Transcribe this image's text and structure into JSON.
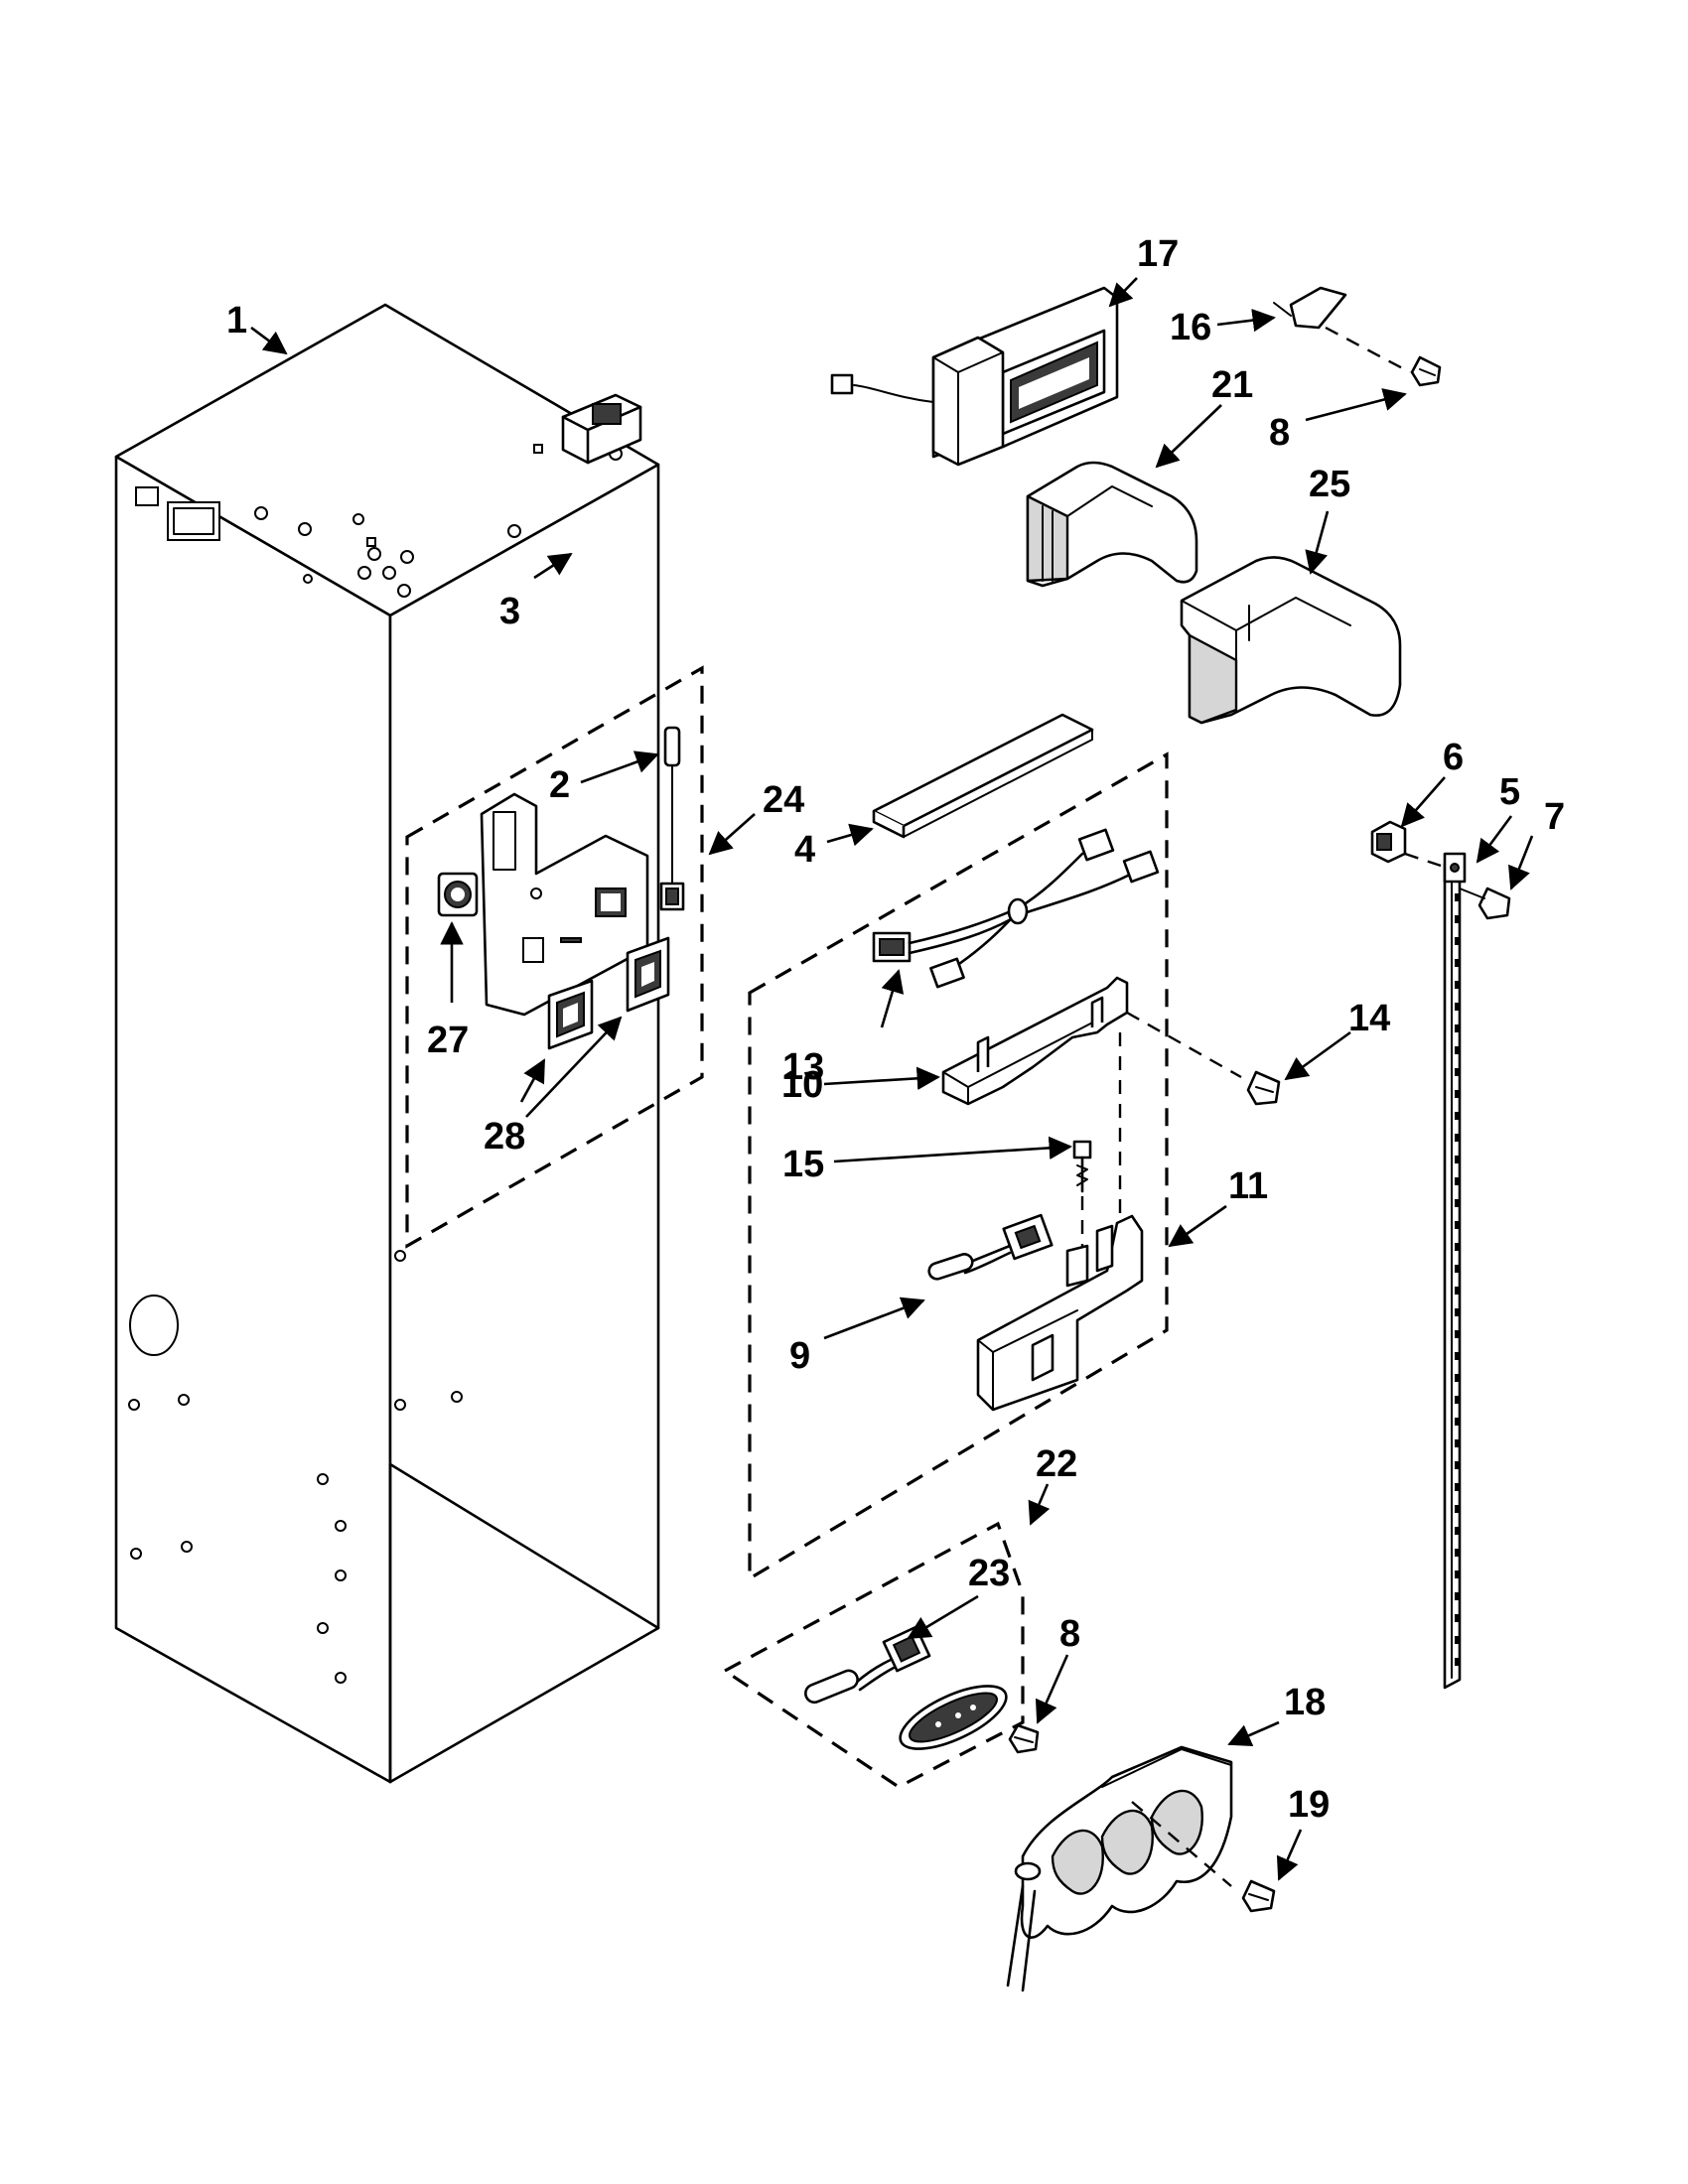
{
  "callouts": [
    {
      "id": "c1",
      "text": "1"
    },
    {
      "id": "c2",
      "text": "2"
    },
    {
      "id": "c3",
      "text": "3"
    },
    {
      "id": "c4",
      "text": "4"
    },
    {
      "id": "c5",
      "text": "5"
    },
    {
      "id": "c6",
      "text": "6"
    },
    {
      "id": "c7",
      "text": "7"
    },
    {
      "id": "c8a",
      "text": "8"
    },
    {
      "id": "c8b",
      "text": "8"
    },
    {
      "id": "c9",
      "text": "9"
    },
    {
      "id": "c10",
      "text": "10"
    },
    {
      "id": "c11",
      "text": "11"
    },
    {
      "id": "c13",
      "text": "13"
    },
    {
      "id": "c14",
      "text": "14"
    },
    {
      "id": "c15",
      "text": "15"
    },
    {
      "id": "c16",
      "text": "16"
    },
    {
      "id": "c17",
      "text": "17"
    },
    {
      "id": "c18",
      "text": "18"
    },
    {
      "id": "c19",
      "text": "19"
    },
    {
      "id": "c21",
      "text": "21"
    },
    {
      "id": "c22",
      "text": "22"
    },
    {
      "id": "c23",
      "text": "23"
    },
    {
      "id": "c24",
      "text": "24"
    },
    {
      "id": "c25",
      "text": "25"
    },
    {
      "id": "c27",
      "text": "27"
    },
    {
      "id": "c28",
      "text": "28"
    }
  ]
}
